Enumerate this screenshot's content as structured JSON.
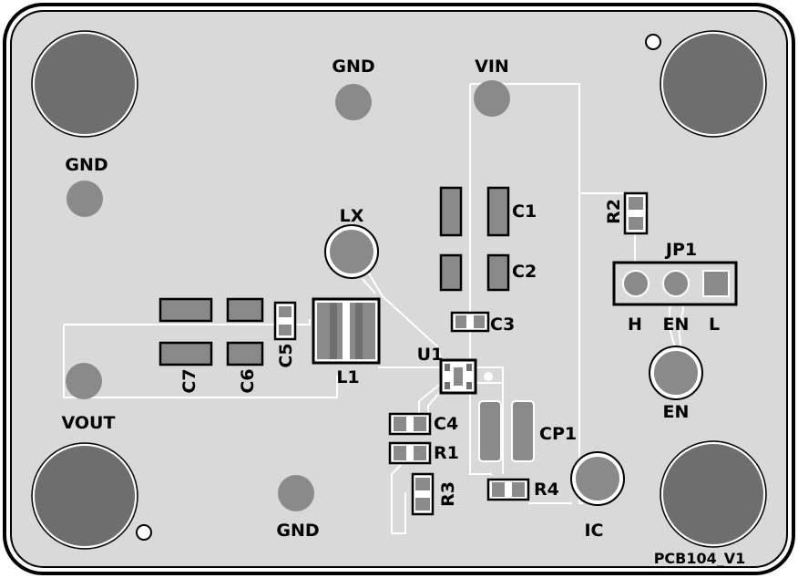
{
  "board": {
    "id": "PCB104_V1",
    "colors": {
      "board_fill": "#d9d9d9",
      "outline": "#000000",
      "trace": "#ffffff",
      "pad_dark": "#6f6f6f",
      "pad_mid": "#8a8a8a",
      "mount_hole": "#6e6e6e"
    }
  },
  "test_points": {
    "gnd_top": "GND",
    "vin": "VIN",
    "gnd_left": "GND",
    "lx": "LX",
    "vout": "VOUT",
    "gnd_bottom": "GND",
    "en": "EN",
    "ic": "IC"
  },
  "components": {
    "c1": "C1",
    "c2": "C2",
    "c3": "C3",
    "c4": "C4",
    "c5": "C5",
    "c6": "C6",
    "c7": "C7",
    "l1": "L1",
    "u1": "U1",
    "r1": "R1",
    "r2": "R2",
    "r3": "R3",
    "r4": "R4",
    "cp1": "CP1",
    "jp1": "JP1"
  },
  "jumper": {
    "pin_h": "H",
    "pin_en": "EN",
    "pin_l": "L"
  }
}
